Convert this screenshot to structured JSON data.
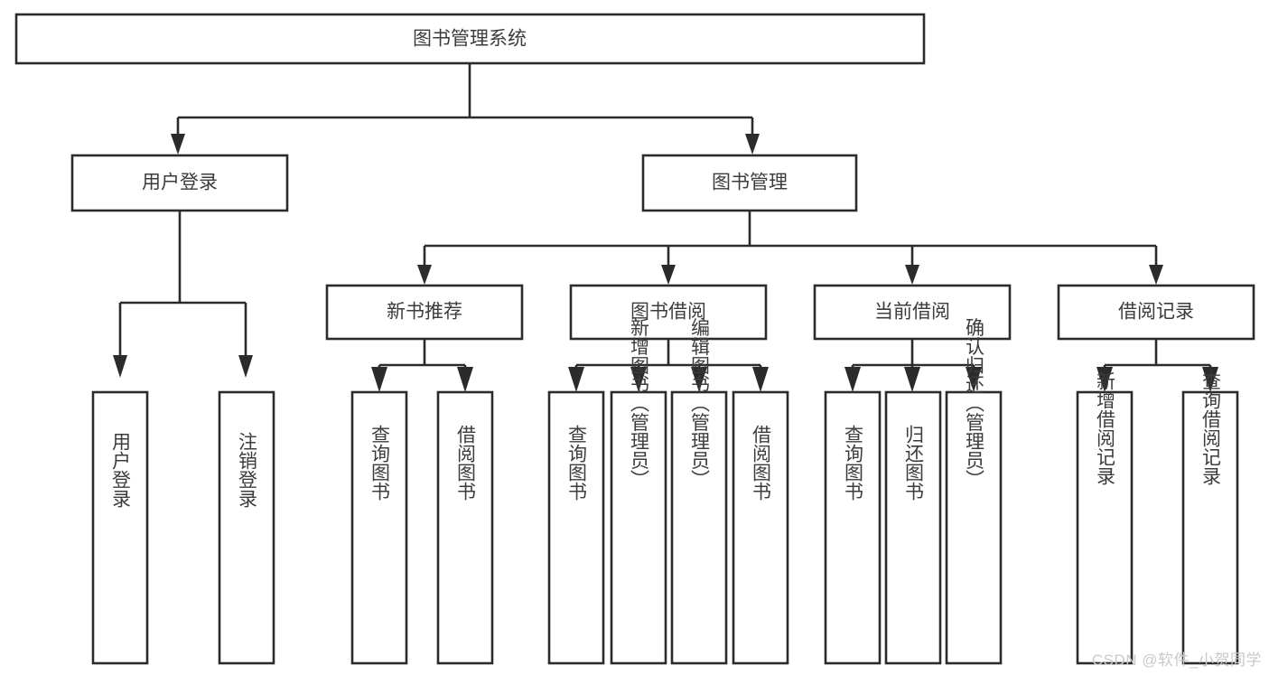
{
  "diagram": {
    "type": "tree-hierarchy",
    "title": "图书管理系统",
    "watermark": "CSDN @软件_小贺同学",
    "colors": {
      "stroke": "#2b2b2b",
      "fill": "#ffffff",
      "text": "#3c3c3c",
      "watermark": "#c9c9c9"
    },
    "nodes": {
      "root": {
        "label": "图书管理系统",
        "level": 0
      },
      "l1": [
        {
          "id": "user-login",
          "label": "用户登录"
        },
        {
          "id": "book-manage",
          "label": "图书管理"
        }
      ],
      "l2": [
        {
          "id": "new-book-rec",
          "label": "新书推荐",
          "parent": "book-manage"
        },
        {
          "id": "book-borrow",
          "label": "图书借阅",
          "parent": "book-manage"
        },
        {
          "id": "current-borrow",
          "label": "当前借阅",
          "parent": "book-manage"
        },
        {
          "id": "borrow-record",
          "label": "借阅记录",
          "parent": "book-manage"
        }
      ],
      "leaves": [
        {
          "id": "leaf-user-login",
          "label": "用户登录",
          "parent": "user-login"
        },
        {
          "id": "leaf-logout",
          "label": "注销登录",
          "parent": "user-login"
        },
        {
          "id": "leaf-query-book-1",
          "label": "查询图书",
          "parent": "new-book-rec"
        },
        {
          "id": "leaf-borrow-book-1",
          "label": "借阅图书",
          "parent": "new-book-rec"
        },
        {
          "id": "leaf-query-book-2",
          "label": "查询图书",
          "parent": "book-borrow"
        },
        {
          "id": "leaf-add-book",
          "label": "新增图书（管理员）",
          "parent": "book-borrow"
        },
        {
          "id": "leaf-edit-book",
          "label": "编辑图书（管理员）",
          "parent": "book-borrow"
        },
        {
          "id": "leaf-borrow-book-2",
          "label": "借阅图书",
          "parent": "book-borrow"
        },
        {
          "id": "leaf-query-book-3",
          "label": "查询图书",
          "parent": "current-borrow"
        },
        {
          "id": "leaf-return-book",
          "label": "归还图书",
          "parent": "current-borrow"
        },
        {
          "id": "leaf-confirm-return",
          "label": "确认归还（管理员）",
          "parent": "current-borrow"
        },
        {
          "id": "leaf-add-record",
          "label": "新增借阅记录",
          "parent": "borrow-record"
        },
        {
          "id": "leaf-query-record",
          "label": "查询借阅记录",
          "parent": "borrow-record"
        }
      ]
    }
  }
}
